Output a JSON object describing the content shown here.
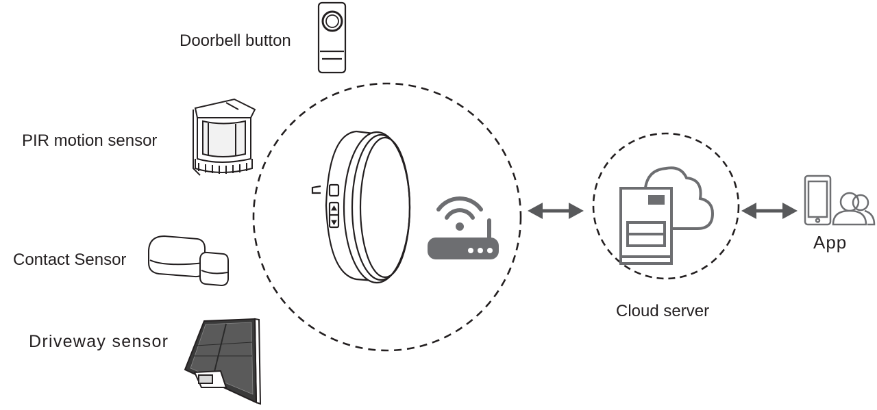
{
  "labels": {
    "doorbell_button": "Doorbell button",
    "pir_motion_sensor": "PIR motion sensor",
    "contact_sensor": "Contact Sensor",
    "driveway_sensor": "Driveway sensor",
    "cloud_server": "Cloud server",
    "app": "App"
  },
  "colors": {
    "line": "#231f20",
    "icon_gray": "#6d6e71",
    "arrow_gray": "#58595b"
  }
}
